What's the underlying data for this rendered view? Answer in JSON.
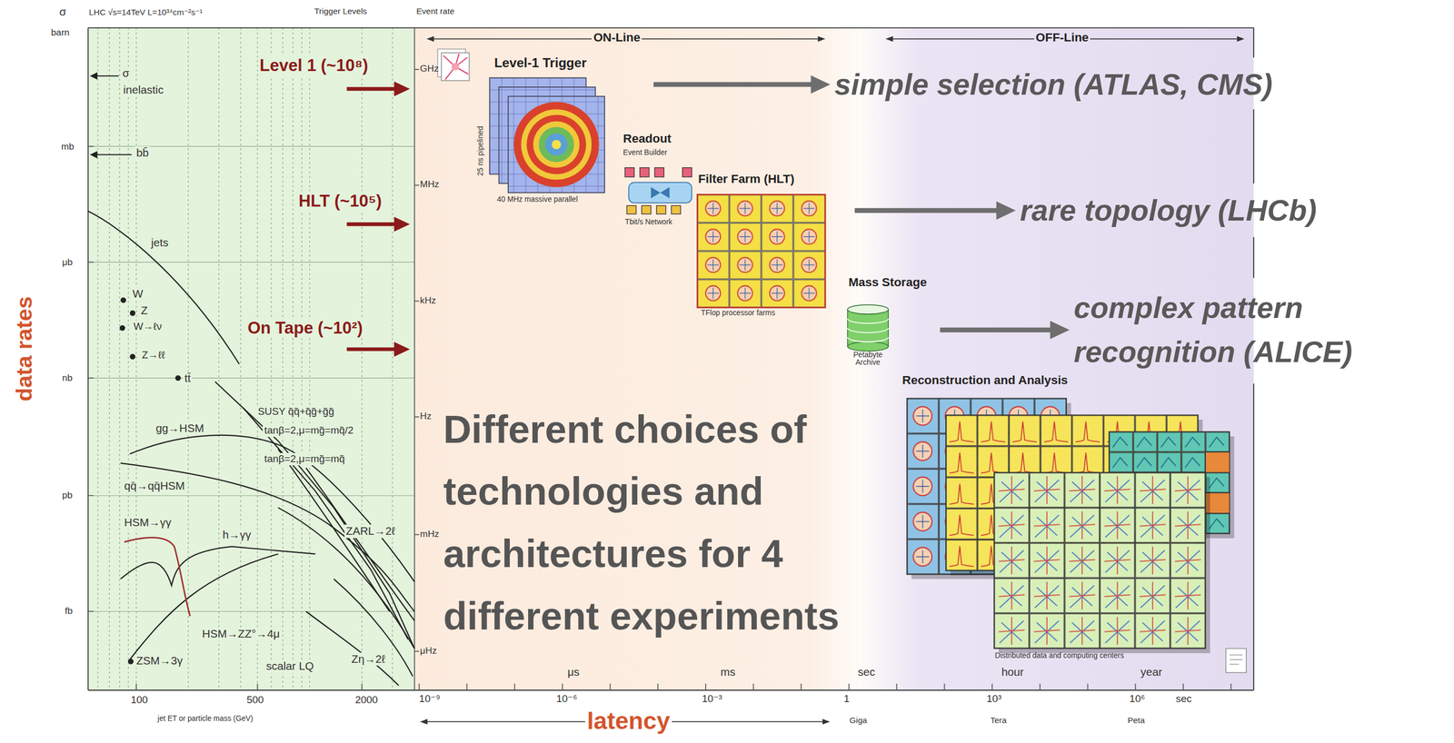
{
  "diagram": {
    "nodes": [
      {
        "text": [
          "Level-1 Trigger",
          "25 ns pipelined",
          "40 MHz massive parallel"
        ]
      },
      {
        "text": [
          "Readout",
          "Event Builder",
          "Tbit/s Network"
        ]
      },
      {
        "text": [
          "Filter Farm (HLT)",
          "TFlop processor farms"
        ]
      },
      {
        "text": [
          "Mass Storage",
          "Petabyte Archive"
        ]
      },
      {
        "text": [
          "Reconstruction and Analysis",
          "Distributed data and computing centers"
        ]
      },
      {
        "text": [
          "simple selection (ATLAS, CMS)"
        ]
      },
      {
        "text": [
          "rare topology (LHCb)"
        ]
      },
      {
        "text": [
          "complex pattern recognition (ALICE)"
        ]
      }
    ],
    "edges": [
      {
        "from": 0,
        "to": 5,
        "arrow": "to"
      },
      {
        "from": 2,
        "to": 6,
        "arrow": "to"
      },
      {
        "from": 3,
        "to": 7,
        "arrow": "to"
      }
    ],
    "labels": [
      "σ",
      "LHC √s=14TeV L=10³⁴cm⁻²s⁻¹",
      "Trigger Levels",
      "Event rate",
      "barn",
      "mb",
      "μb",
      "nb",
      "pb",
      "fb",
      "σ",
      "inelastic",
      "bb̄",
      "jets",
      "W",
      "Z",
      "W→ℓν",
      "Z→ℓℓ",
      "tt̄",
      "gg→HSM",
      "SUSY q̃q̃+q̃g̃+g̃g̃",
      "tanβ=2,μ=mg̃=mq̃/2",
      "tanβ=2,μ=mg̃=mq̃",
      "qq̄→qq̄HSM",
      "HSM→γγ",
      "h→γγ",
      "ZARL→2ℓ",
      "HSM→ZZ°→4μ",
      "ZSM→3γ",
      "scalar LQ",
      "Zη→2ℓ",
      "100",
      "500",
      "2000",
      "jet ET or particle mass (GeV)",
      "Level 1 (~10⁸)",
      "HLT (~10⁵)",
      "On Tape (~10²)",
      "data rates",
      "GHz",
      "MHz",
      "kHz",
      "Hz",
      "mHz",
      "μHz",
      "ON-Line",
      "OFF-Line",
      "μs",
      "ms",
      "sec",
      "hour",
      "year",
      "10⁻⁹",
      "10⁻⁶",
      "10⁻³",
      "1",
      "10³",
      "10⁶",
      "sec",
      "Giga",
      "Tera",
      "Peta",
      "latency",
      "Different choices of technologies and architectures for 4 different experiments"
    ]
  }
}
